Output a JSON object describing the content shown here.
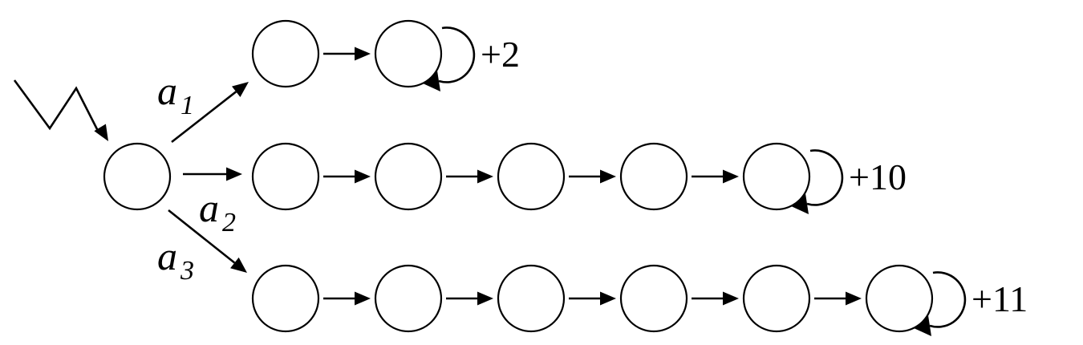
{
  "diagram": {
    "start_state": {
      "id": "s0"
    },
    "actions": [
      {
        "id": "a1",
        "symbol": "a",
        "subscript": "1",
        "chain_length": 2,
        "reward": "+2"
      },
      {
        "id": "a2",
        "symbol": "a",
        "subscript": "2",
        "chain_length": 5,
        "reward": "+10"
      },
      {
        "id": "a3",
        "symbol": "a",
        "subscript": "3",
        "chain_length": 6,
        "reward": "+11"
      }
    ],
    "colors": {
      "stroke": "#000000",
      "fill": "#ffffff"
    },
    "icons": {
      "entry": "zigzag-entry-arrow-icon",
      "self_loop": "self-loop-arrow-icon"
    }
  }
}
